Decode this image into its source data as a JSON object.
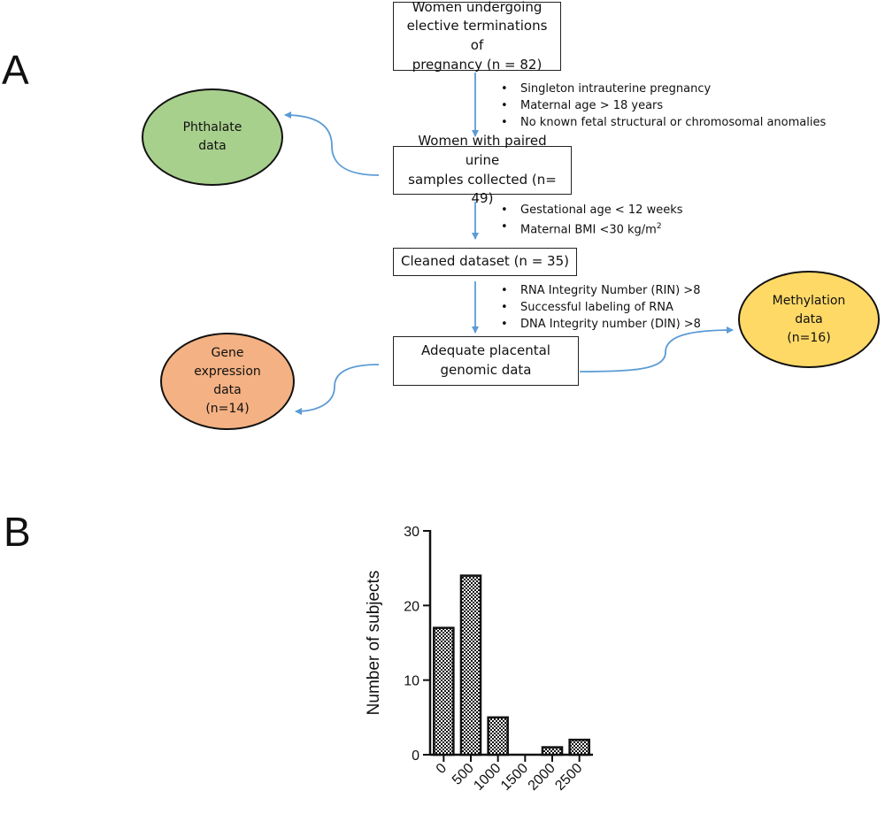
{
  "panels": {
    "a_label": "A",
    "b_label": "B"
  },
  "flow": {
    "box1": {
      "lines": [
        "Women undergoing",
        "elective terminations of",
        "pregnancy (n = 82)"
      ]
    },
    "criteria1": [
      "Singleton intrauterine pregnancy",
      "Maternal age > 18 years",
      "No known fetal structural or chromosomal anomalies"
    ],
    "box2": {
      "lines": [
        "Women with paired urine",
        "samples collected (n= 49)"
      ]
    },
    "criteria2": [
      "Gestational age < 12 weeks",
      "Maternal BMI <30 kg/m"
    ],
    "criteria2_superscript": "2",
    "box3": {
      "lines": [
        "Cleaned dataset (n = 35)"
      ]
    },
    "criteria3": [
      "RNA Integrity Number (RIN) >8",
      "Successful labeling of RNA",
      "DNA Integrity number (DIN) >8"
    ],
    "box4": {
      "lines": [
        "Adequate placental",
        "genomic data"
      ]
    },
    "phthalate": {
      "lines": [
        "Phthalate",
        "data"
      ],
      "color": "#a8d08d"
    },
    "gene": {
      "lines": [
        "Gene",
        "expression",
        "data",
        "(n=14)"
      ],
      "color": "#f4b183"
    },
    "methylation": {
      "lines": [
        "Methylation",
        "data",
        "(n=16)"
      ],
      "color": "#ffd966"
    },
    "arrow_color": "#5b9bd5"
  },
  "chart_data": {
    "type": "bar",
    "categories": [
      "0",
      "500",
      "1000",
      "1500",
      "2000",
      "2500"
    ],
    "values": [
      17,
      24,
      5,
      0,
      1,
      2
    ],
    "title": "",
    "xlabel": "",
    "ylabel": "Number of subjects",
    "ylim": [
      0,
      30
    ],
    "yticks": [
      0,
      10,
      20,
      30
    ],
    "bar_fill": "checkered black and white",
    "grid": false
  }
}
